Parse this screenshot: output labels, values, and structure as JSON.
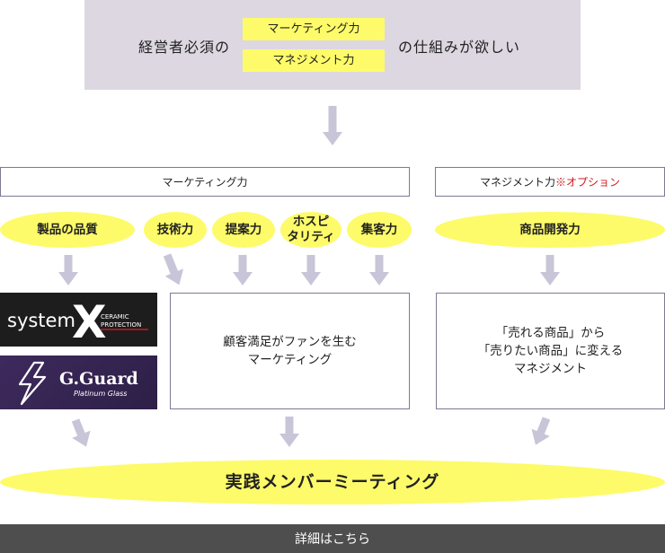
{
  "header": {
    "prefix": "経営者必須の",
    "tag1": "マーケティング力",
    "tag2": "マネジメント力",
    "suffix": "の仕組みが欲しい"
  },
  "marketing": {
    "title": "マーケティング力",
    "pills": [
      {
        "label": "製品の品質"
      },
      {
        "label": "技術力"
      },
      {
        "label": "提案力"
      },
      {
        "label_l1": "ホスピ",
        "label_l2": "タリティ"
      },
      {
        "label": "集客力"
      }
    ],
    "brands": {
      "system_x": {
        "word": "system",
        "letter": "X",
        "sub1": "CERAMIC",
        "sub2": "PROTECTION"
      },
      "g_guard": {
        "title": "G.Guard",
        "sub": "Platinum Glass"
      }
    },
    "result_line1": "顧客満足がファンを生む",
    "result_line2": "マーケティング"
  },
  "management": {
    "title": "マネジメント力",
    "note": "※オプション",
    "pill": "商品開発力",
    "result_line1": "「売れる商品」から",
    "result_line2": "「売りたい商品」に変える",
    "result_line3": "マネジメント"
  },
  "outcome": "実践メンバーミーティング",
  "footer": {
    "link": "詳細はこちら"
  },
  "colors": {
    "yellow": "#fdfb69",
    "lavender": "#dcd7e1",
    "arrow": "#c9c5d8",
    "border": "#7d7a94",
    "note_red": "#d0161b",
    "footer_bg": "#4e4e4e"
  }
}
